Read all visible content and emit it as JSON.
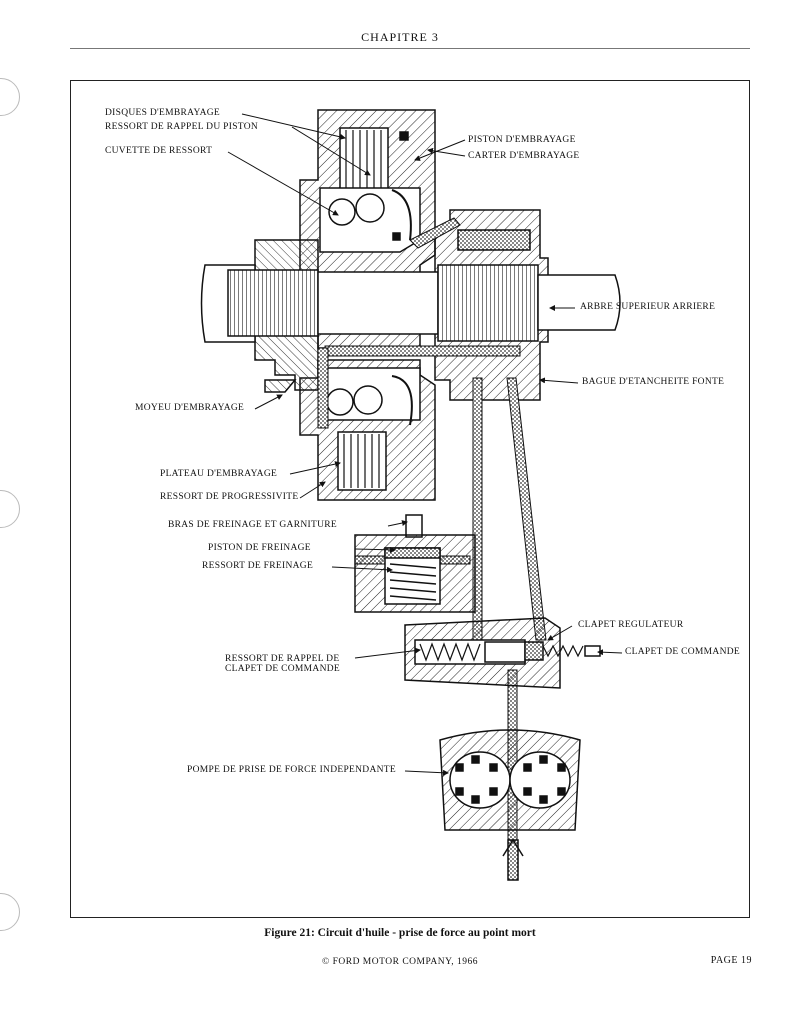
{
  "header": {
    "chapter": "CHAPITRE 3"
  },
  "labels": {
    "disques": "DISQUES D'EMBRAYAGE",
    "ressort_rappel_piston": "RESSORT DE RAPPEL DU PISTON",
    "cuvette": "CUVETTE DE RESSORT",
    "piston_embrayage": "PISTON D'EMBRAYAGE",
    "carter": "CARTER D'EMBRAYAGE",
    "arbre": "ARBRE SUPERIEUR ARRIERE",
    "bague": "BAGUE D'ETANCHEITE FONTE",
    "moyeu": "MOYEU D'EMBRAYAGE",
    "plateau": "PLATEAU D'EMBRAYAGE",
    "ressort_progressivite": "RESSORT DE PROGRESSIVITE",
    "bras": "BRAS DE FREINAGE ET GARNITURE",
    "piston_freinage": "PISTON DE FREINAGE",
    "ressort_freinage": "RESSORT DE FREINAGE",
    "clapet_regulateur": "CLAPET REGULATEUR",
    "ressort_clapet_1": "RESSORT DE RAPPEL DE",
    "ressort_clapet_2": "CLAPET DE COMMANDE",
    "clapet_commande": "CLAPET DE COMMANDE",
    "pompe": "POMPE DE PRISE DE FORCE INDEPENDANTE"
  },
  "caption": "Figure 21: Circuit d'huile - prise de force au point mort",
  "footer": {
    "copyright": "© FORD MOTOR COMPANY, 1966",
    "page": "PAGE 19"
  }
}
